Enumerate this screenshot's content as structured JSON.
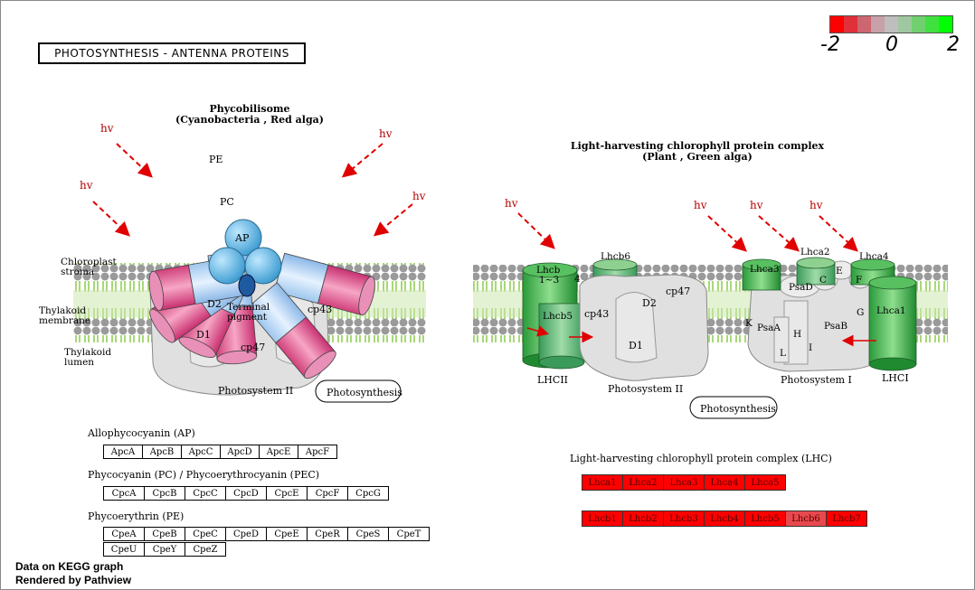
{
  "title": "PHOTOSYNTHESIS - ANTENNA PROTEINS",
  "legend": {
    "min_label": "-2",
    "mid_label": "0",
    "max_label": "2",
    "colors": [
      "#ff0000",
      "#e0303a",
      "#cc6670",
      "#c8a0a8",
      "#bebebe",
      "#a0c8a0",
      "#70d070",
      "#40e040",
      "#00ff00"
    ]
  },
  "credit": {
    "line1": "Data on KEGG graph",
    "line2": "Rendered by Pathview"
  },
  "left_diagram": {
    "title": "Phycobilisome",
    "subtitle": "(Cyanobacteria , Red alga)",
    "hv": "hv",
    "labels": {
      "pe": "PE",
      "pc": "PC",
      "ap": "AP",
      "stroma": [
        "Chloroplast",
        "stroma"
      ],
      "membrane": [
        "Thylakoid",
        "membrane"
      ],
      "lumen": [
        "Thylakoid",
        "lumen"
      ],
      "terminal": [
        "Terminal",
        "pigment"
      ],
      "d1": "D1",
      "d2": "D2",
      "cp43": "cp43",
      "cp47": "cp47",
      "ps2": "Photosystem II",
      "photosynthesis": "Photosynthesis"
    }
  },
  "right_diagram": {
    "title": "Light-harvesting chlorophyll protein complex",
    "subtitle": "(Plant , Green alga)",
    "hv": "hv",
    "labels": {
      "lhcb": [
        "Lhcb",
        "1~3"
      ],
      "lhcb4": "4",
      "lhcb5": "Lhcb5",
      "lhcb6": "Lhcb6",
      "cp43": "cp43",
      "cp47": "cp47",
      "d1": "D1",
      "d2": "D2",
      "lhcii": "LHCII",
      "ps2": "Photosystem II",
      "lhca1": "Lhca1",
      "lhca2": "Lhca2",
      "lhca3": "Lhca3",
      "lhca4": "Lhca4",
      "psad": "PsaD",
      "c": "C",
      "e": "E",
      "f": "F",
      "k": "K",
      "psaa": "PsaA",
      "psab": "PsaB",
      "h": "H",
      "i": "I",
      "l": "L",
      "g": "G",
      "ps1": "Photosystem I",
      "lhci": "LHCI",
      "photosynthesis": "Photosynthesis"
    }
  },
  "gene_groups": {
    "ap": {
      "label": "Allophycocyanin (AP)",
      "genes": [
        "ApcA",
        "ApcB",
        "ApcC",
        "ApcD",
        "ApcE",
        "ApcF"
      ]
    },
    "pc": {
      "label": "Phycocyanin (PC) / Phycoerythrocyanin (PEC)",
      "genes": [
        "CpcA",
        "CpcB",
        "CpcC",
        "CpcD",
        "CpcE",
        "CpcF",
        "CpcG"
      ]
    },
    "pe": {
      "label": "Phycoerythrin (PE)",
      "genes_row1": [
        "CpeA",
        "CpeB",
        "CpeC",
        "CpeD",
        "CpeE",
        "CpeR",
        "CpeS",
        "CpeT"
      ],
      "genes_row2": [
        "CpeU",
        "CpeY",
        "CpeZ"
      ]
    },
    "lhc": {
      "label": "Light-harvesting chlorophyll protein complex (LHC)",
      "lhca": [
        {
          "name": "Lhca1",
          "color": "#ff0000"
        },
        {
          "name": "Lhca2",
          "color": "#ff0000"
        },
        {
          "name": "Lhca3",
          "color": "#ff0000"
        },
        {
          "name": "Lhca4",
          "color": "#ff0000"
        },
        {
          "name": "Lhca5",
          "color": "#ff0000"
        }
      ],
      "lhcb": [
        {
          "name": "Lhcb1",
          "color": "#ff0000"
        },
        {
          "name": "Lhcb2",
          "color": "#ff0000"
        },
        {
          "name": "Lhcb3",
          "color": "#ff0000"
        },
        {
          "name": "Lhcb4",
          "color": "#ff0000"
        },
        {
          "name": "Lhcb5",
          "color": "#ff0000"
        },
        {
          "name": "Lhcb6",
          "color": "#e8494e"
        },
        {
          "name": "Lhcb7",
          "color": "#ff0000"
        }
      ]
    }
  }
}
